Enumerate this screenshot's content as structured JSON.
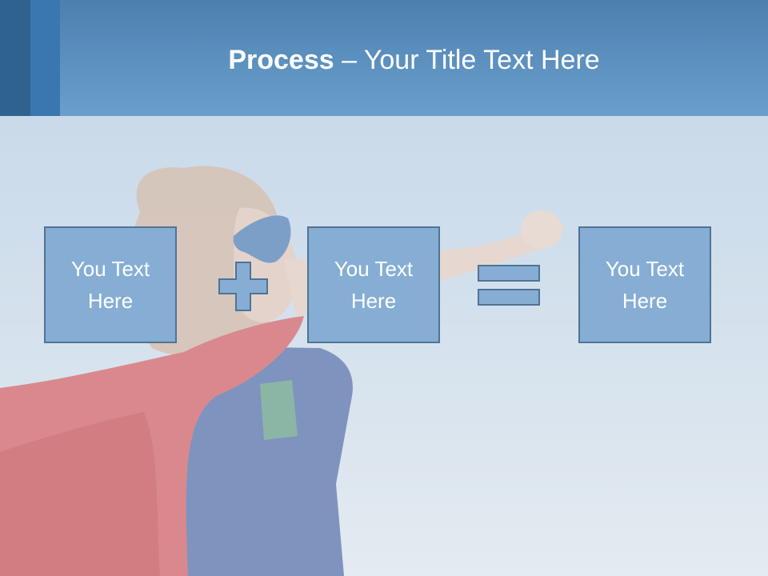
{
  "slide": {
    "title_bold": "Process",
    "title_separator": " – ",
    "title_rest": "Your Title Text Here"
  },
  "process": {
    "boxes": [
      {
        "label": "You Text Here"
      },
      {
        "label": "You Text Here"
      },
      {
        "label": "You Text Here"
      }
    ],
    "operators": [
      "plus-icon",
      "equals-icon"
    ]
  },
  "colors": {
    "header": "#5a8ebd",
    "box_fill": "#86aed4",
    "box_border": "#4f7394",
    "cape": "#c9494c"
  }
}
